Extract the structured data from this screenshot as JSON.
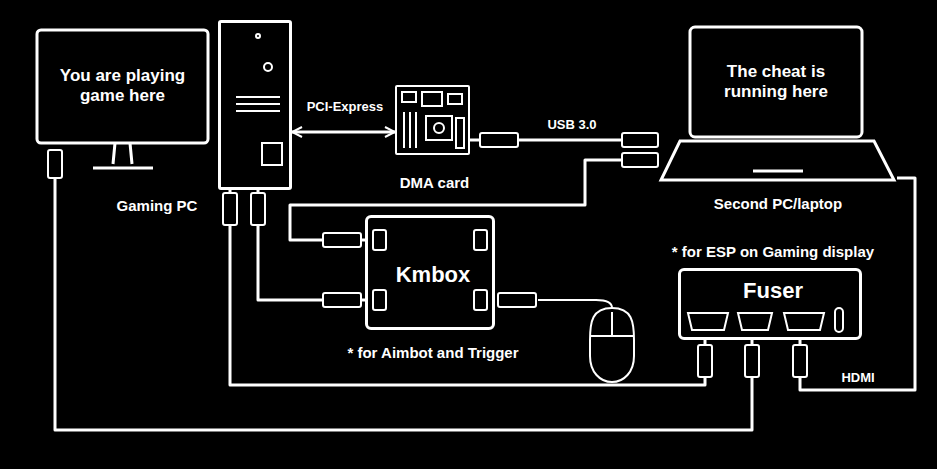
{
  "diagram": {
    "nodes": [
      {
        "text": [
          "You are playing game here"
        ]
      },
      {
        "text": [
          "Gaming PC"
        ]
      },
      {
        "text": [
          "DMA card"
        ]
      },
      {
        "text": [
          "The cheat is running here",
          "Second PC/laptop"
        ]
      },
      {
        "text": [
          "Kmbox",
          "* for Aimbot and Trigger"
        ]
      },
      {
        "text": [
          "Fuser",
          "* for ESP on Gaming display"
        ]
      }
    ],
    "edges": [
      {
        "from": 1,
        "to": 2,
        "label": "PCI-Express",
        "arrow": "both"
      },
      {
        "from": 2,
        "to": 3,
        "label": "USB 3.0",
        "arrow": "none"
      },
      {
        "from": 3,
        "to": 4,
        "arrow": "none"
      },
      {
        "from": 4,
        "to": 1,
        "arrow": "none"
      },
      {
        "from": 1,
        "to": 5,
        "arrow": "none"
      },
      {
        "from": 5,
        "to": 0,
        "arrow": "none"
      },
      {
        "from": 3,
        "to": 5,
        "label": "HDMI",
        "arrow": "none"
      }
    ]
  }
}
